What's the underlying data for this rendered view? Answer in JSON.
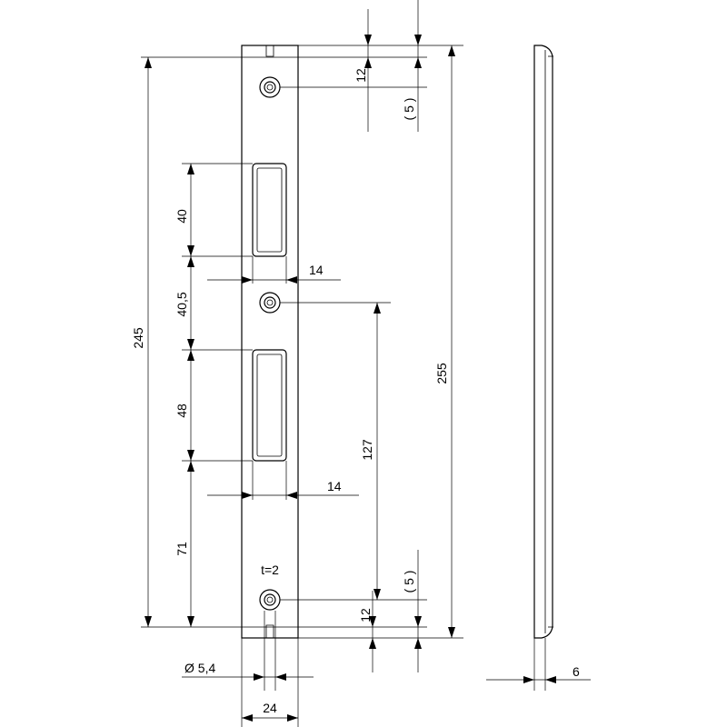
{
  "dimensions": {
    "top_hole_offset": "12",
    "top_hole_ref": "( 5 )",
    "upper_slot_height": "40",
    "upper_slot_width": "14",
    "slot_gap": "40,5",
    "lower_slot_height": "48",
    "lower_slot_width": "14",
    "bottom_span": "71",
    "total_height_inner": "245",
    "total_height_outer": "255",
    "hole_spacing": "127",
    "bottom_hole_ref": "( 5 )",
    "bottom_hole_offset": "12",
    "thickness_label": "t=2",
    "hole_diameter": "Ø 5,4",
    "plate_width": "24",
    "side_thickness": "6"
  }
}
